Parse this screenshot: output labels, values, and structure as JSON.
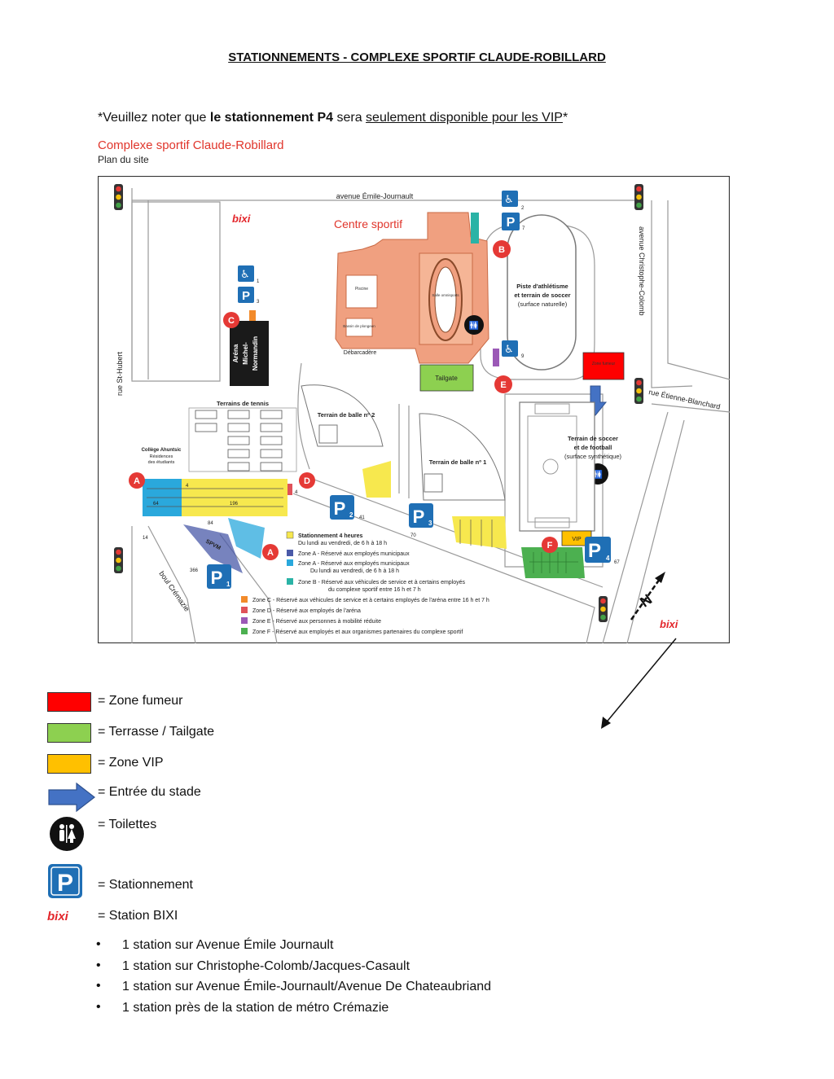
{
  "header": {
    "title": "STATIONNEMENTS - COMPLEXE SPORTIF CLAUDE-ROBILLARD",
    "note_prefix": "*Veuillez noter que ",
    "note_bold": "le stationnement P4",
    "note_mid": " sera ",
    "note_underline": "seulement disponible pour les VIP",
    "note_suffix": "*",
    "site_name": "Complexe sportif Claude-Robillard",
    "site_subtitle": "Plan du site"
  },
  "map": {
    "streets": {
      "north": "avenue Émile-Journault",
      "east": "avenue Christophe-Colomb",
      "west": "rue St-Hubert",
      "east_side": "rue Étienne-Blanchard",
      "south": "boul Crémazie"
    },
    "buildings": {
      "centre_sportif": "Centre sportif",
      "piscine": "Piscine",
      "salle": "Salle omnisports",
      "bassin": "Bassin de plongeon",
      "debarcadere": "Débarcadère",
      "arena_1": "Aréna",
      "arena_2": "Michel-",
      "arena_3": "Normandin",
      "tailgate": "Tailgate",
      "zone_fumeur": "Zone fumeur",
      "vip": "VIP",
      "tennis": "Terrains de tennis",
      "college_1": "Collège Ahuntsic",
      "college_2": "Résidences",
      "college_3": "des étudiants"
    },
    "fields": {
      "piste_1": "Piste d'athlétisme",
      "piste_2": "et terrain de soccer",
      "piste_3": "(surface naturelle)",
      "balle2": "Terrain de balle nº 2",
      "balle1": "Terrain de balle nº 1",
      "soccer_1": "Terrain de soccer",
      "soccer_2": "et de football",
      "soccer_3": "(surface synthétique)"
    },
    "zone_markers": [
      "A",
      "B",
      "C",
      "D",
      "E",
      "F",
      "A"
    ],
    "parking_labels": [
      "P1",
      "P2",
      "P3",
      "P4"
    ],
    "parking_letter": "P",
    "parking_sub": [
      "1",
      "2",
      "3",
      "4"
    ],
    "counts": {
      "p1": "366",
      "p2": "41",
      "p3": "70",
      "p4": "67",
      "n64": "64",
      "n196": "196",
      "n14": "14",
      "n84": "84",
      "n4a": "4",
      "n4b": "4",
      "pmr1": "1",
      "pmr2": "2",
      "pmr3": "3",
      "pmr7": "7",
      "pmr9": "9",
      "spvm": "SPVM"
    },
    "legend": [
      {
        "title": "Stationnement 4 heures",
        "line2": "Du lundi au vendredi, de 6 h à 18 h",
        "color": "#f7e84e"
      },
      {
        "title": "Zone A - Réservé aux employés municipaux",
        "color": "#4a5aa8"
      },
      {
        "title": "Zone A - Réservé aux employés municipaux",
        "line2": "Du lundi au vendredi, de 6 h à 18 h",
        "color": "#2aa8dc"
      },
      {
        "title": "Zone B - Réservé aux véhicules de service et à certains employés",
        "line2": "du complexe sportif entre 16 h et 7 h",
        "color": "#2ab3a6"
      },
      {
        "title": "Zone C - Réservé aux véhicules de service et à certains employés de l'aréna entre 16 h et 7 h",
        "color": "#f28a2a"
      },
      {
        "title": "Zone D - Réservé aux employés de l'aréna",
        "color": "#e0525a"
      },
      {
        "title": "Zone E - Réservé aux personnes à mobilité réduite",
        "color": "#9b59b6"
      },
      {
        "title": "Zone F - Réservé aux employés et aux organismes partenaires du complexe sportif",
        "color": "#4cb050"
      }
    ],
    "bixi": "bixi",
    "north": "N"
  },
  "legend": {
    "fumeur": "= Zone fumeur",
    "terrasse": "= Terrasse / Tailgate",
    "vip": "= Zone VIP",
    "entree": "= Entrée du stade",
    "toilettes": "= Toilettes",
    "stationnement": "= Stationnement",
    "bixi_label": "= Station BIXI",
    "parking_letter": "P",
    "bixi_logo": "bixi"
  },
  "bixi_stations": [
    "1 station sur Avenue Émile Journault",
    "1 station sur Christophe-Colomb/Jacques-Casault",
    "1 station sur Avenue Émile-Journault/Avenue De Chateaubriand",
    "1 station près de la station de métro Crémazie"
  ],
  "colors": {
    "fumeur": "#ff0000",
    "terrasse": "#8dd050",
    "vip": "#ffc000",
    "arrow": "#4472c4",
    "parking": "#1f6fb5",
    "marker": "#e53935",
    "building": "#f0a080"
  },
  "icons": [
    "traffic-light-icon",
    "parking-icon",
    "accessible-parking-icon",
    "toilet-icon",
    "bixi-logo",
    "north-arrow-icon",
    "entrance-arrow-icon"
  ]
}
